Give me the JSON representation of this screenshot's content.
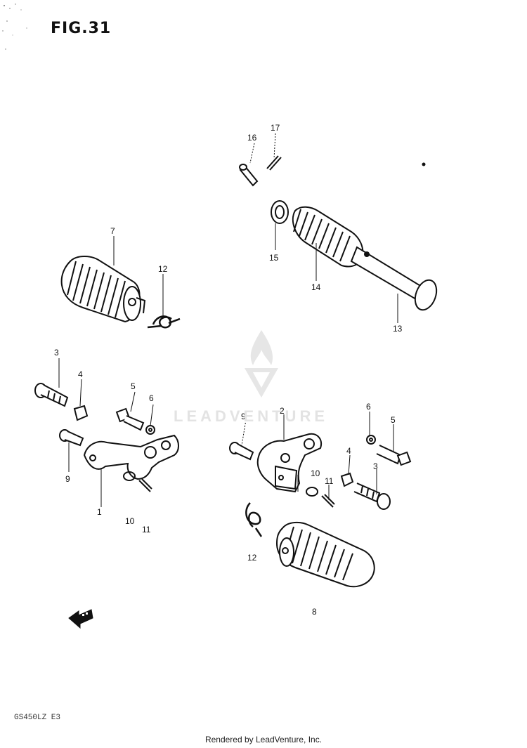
{
  "figure": {
    "title": "FIG.31",
    "model_code": "GS450LZ E3"
  },
  "watermark": {
    "text": "LEADVENTURE"
  },
  "footer": {
    "text": "Rendered by LeadVenture, Inc."
  },
  "callouts": [
    "1",
    "2",
    "3",
    "4",
    "5",
    "6",
    "7",
    "8",
    "9",
    "10",
    "11",
    "12",
    "13",
    "14",
    "15",
    "16",
    "17"
  ]
}
